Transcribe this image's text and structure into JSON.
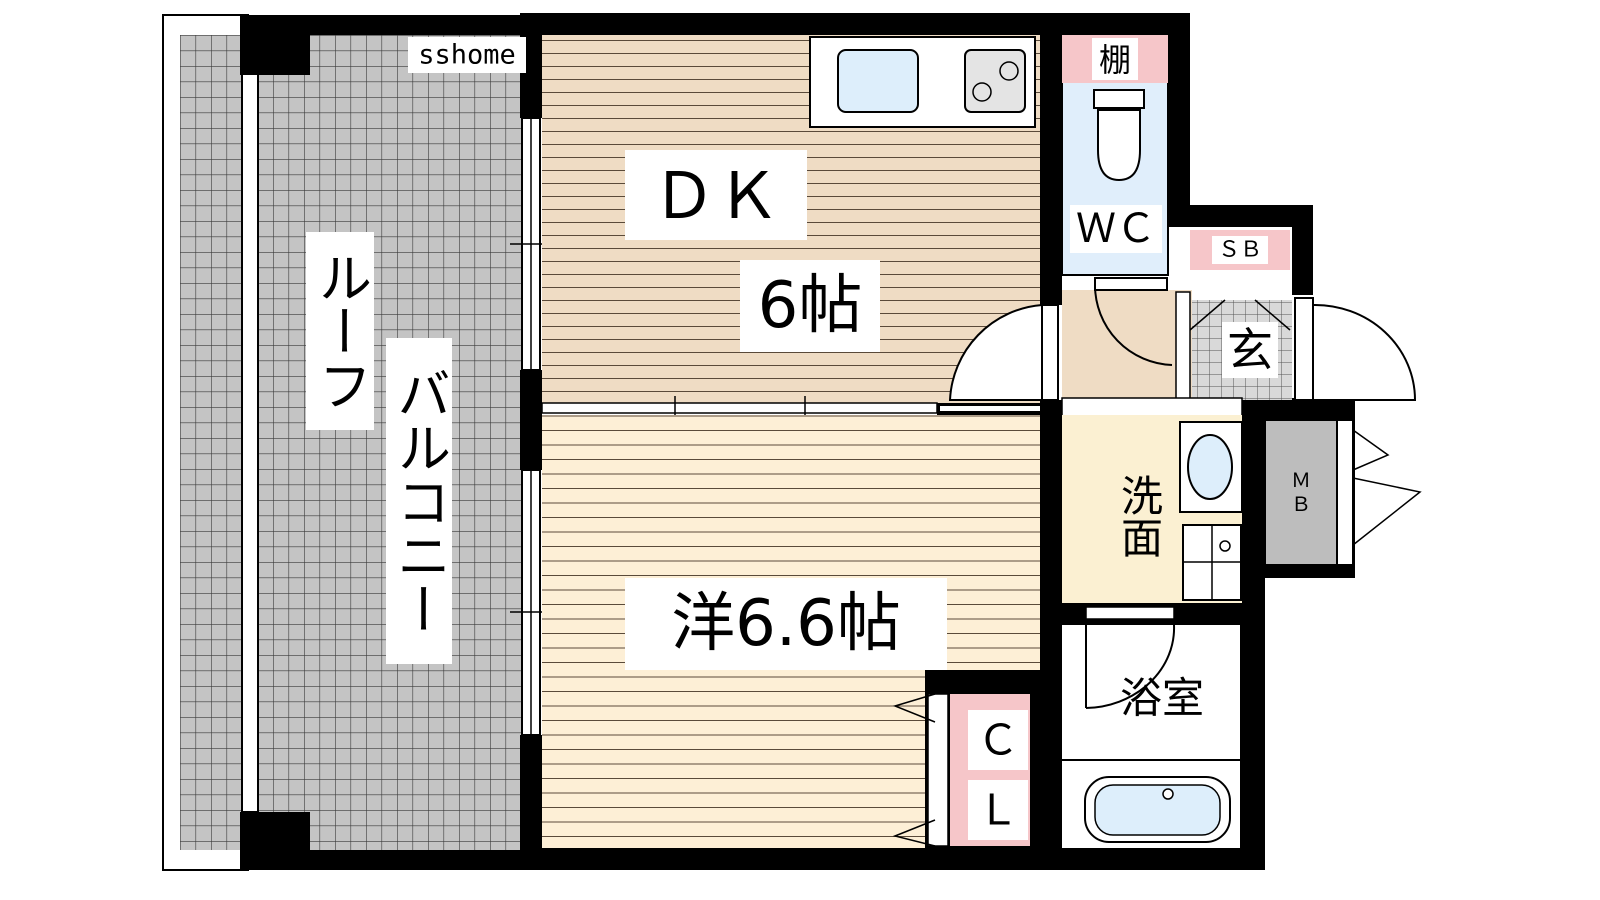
{
  "watermark": "sshome",
  "rooms": {
    "dk_name": "ＤＫ",
    "dk_size": "6帖",
    "western_room": "洋6.6帖",
    "roof_balcony_part1": "ルーフ",
    "roof_balcony_part2": "バルコニー",
    "wc": "ＷＣ",
    "shelf": "棚",
    "shoe_box": "ＳＢ",
    "entrance": "玄",
    "washroom": "洗面",
    "bathroom": "浴室",
    "closet_c": "Ｃ",
    "closet_l": "Ｌ",
    "meter_box_m": "Ｍ",
    "meter_box_b": "Ｂ"
  },
  "colors": {
    "wall": "#000000",
    "dk_floor": "#efdcc4",
    "western_floor": "#fdefd6",
    "wash_floor": "#fbf0d2",
    "balcony_tile": "#c4c4c4",
    "wc_floor": "#e0eefb",
    "pink_accent": "#f6c6c9",
    "closet_pink": "#f6c6c9",
    "meter_gray": "#bdbdbd",
    "fixture_blue": "#ddeefb"
  }
}
